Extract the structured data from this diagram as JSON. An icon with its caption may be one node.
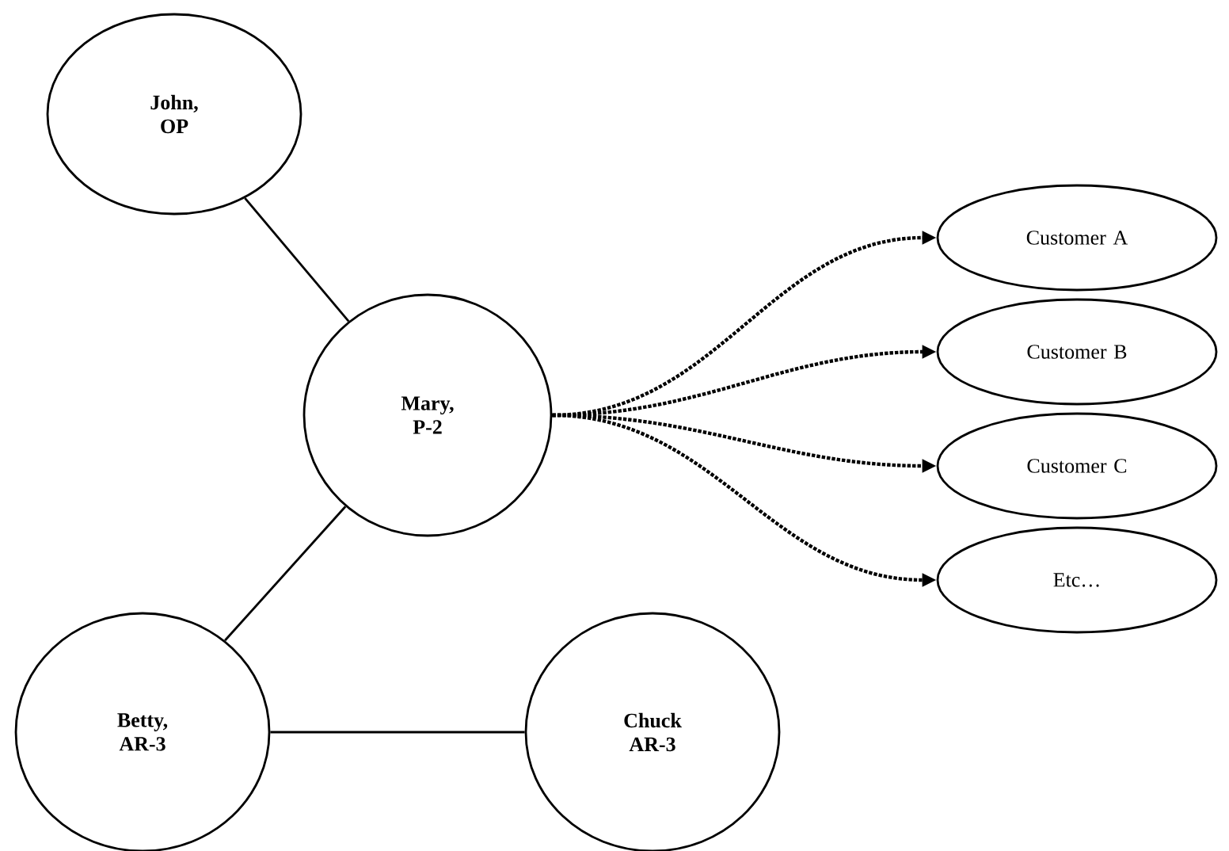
{
  "diagram": {
    "nodes": [
      {
        "text": [
          "John, OP"
        ]
      },
      {
        "text": [
          "Mary, P-2"
        ]
      },
      {
        "text": [
          "Betty, AR-3"
        ]
      },
      {
        "text": [
          "Chuck AR-3"
        ]
      },
      {
        "text": [
          "Customer A"
        ]
      },
      {
        "text": [
          "Customer B"
        ]
      },
      {
        "text": [
          "Customer C"
        ]
      },
      {
        "text": [
          "Etc…"
        ]
      }
    ],
    "edges": [
      {
        "from": 0,
        "to": 1,
        "arrow": "none"
      },
      {
        "from": 1,
        "to": 2,
        "arrow": "none"
      },
      {
        "from": 2,
        "to": 3,
        "arrow": "none"
      },
      {
        "from": 1,
        "to": 4,
        "arrow": "to",
        "style": "dashed"
      },
      {
        "from": 1,
        "to": 5,
        "arrow": "to",
        "style": "dashed"
      },
      {
        "from": 1,
        "to": 6,
        "arrow": "to",
        "style": "dashed"
      },
      {
        "from": 1,
        "to": 7,
        "arrow": "to",
        "style": "dashed"
      }
    ]
  }
}
